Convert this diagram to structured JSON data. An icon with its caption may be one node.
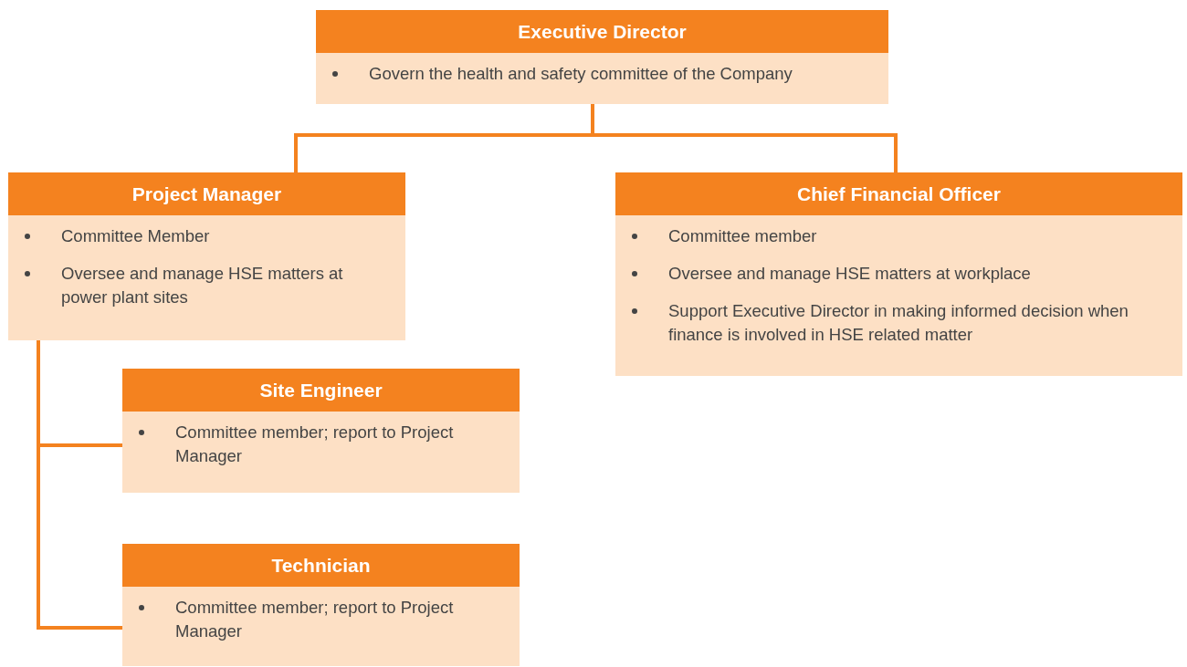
{
  "diagram": {
    "nodes": [
      {
        "text": [
          "Executive Director",
          "Govern the health and safety committee of the Company"
        ]
      },
      {
        "text": [
          "Project Manager",
          "Committee Member",
          "Oversee and manage HSE matters at power plant sites"
        ]
      },
      {
        "text": [
          "Chief Financial Officer",
          "Committee member",
          "Oversee and manage HSE matters at workplace",
          "Support Executive Director in making informed decision when finance is involved in HSE related matter"
        ]
      },
      {
        "text": [
          "Site Engineer",
          "Committee member; report to Project Manager"
        ]
      },
      {
        "text": [
          "Technician",
          "Committee member; report to Project Manager"
        ]
      }
    ],
    "edges": [
      {
        "from": 0,
        "to": 1,
        "arrow": "none"
      },
      {
        "from": 0,
        "to": 2,
        "arrow": "none"
      },
      {
        "from": 1,
        "to": 3,
        "arrow": "none"
      },
      {
        "from": 1,
        "to": 4,
        "arrow": "none"
      }
    ]
  }
}
